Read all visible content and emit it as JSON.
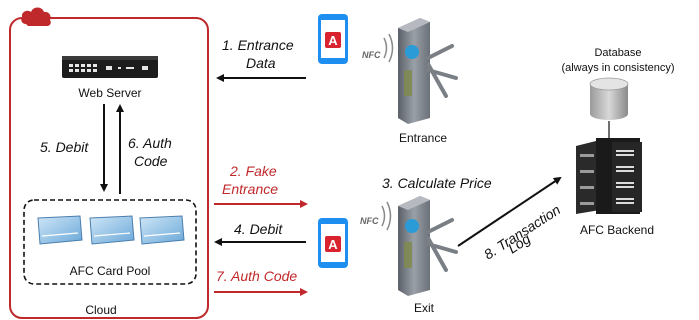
{
  "colors": {
    "accent_red": "#c0292b",
    "cloud_border": "#c0292b",
    "phone_blue": "#1e8ff0",
    "arrow_black": "#111111"
  },
  "labels": {
    "web_server": "Web Server",
    "entrance": "Entrance",
    "exit": "Exit",
    "cloud": "Cloud",
    "card_pool": "AFC Card Pool",
    "database_line1": "Database",
    "database_line2": "(always in consistency)",
    "backend": "AFC Backend",
    "nfc": "NFC",
    "app_letter": "A"
  },
  "steps": {
    "s1_line1": "1. Entrance",
    "s1_line2": "Data",
    "s2_line1": "2. Fake",
    "s2_line2": "Entrance",
    "s3": "3. Calculate Price",
    "s4": "4. Debit",
    "s5": "5. Debit",
    "s6_line1": "6. Auth",
    "s6_line2": "Code",
    "s7": "7. Auth Code",
    "s8_line1": "8. Transaction",
    "s8_line2": "Log"
  },
  "icons": [
    "cloud-icon",
    "server-icon",
    "phone-icon",
    "nfc-icon",
    "turnstile-icon",
    "card-icon",
    "database-icon",
    "server-rack-icon"
  ]
}
